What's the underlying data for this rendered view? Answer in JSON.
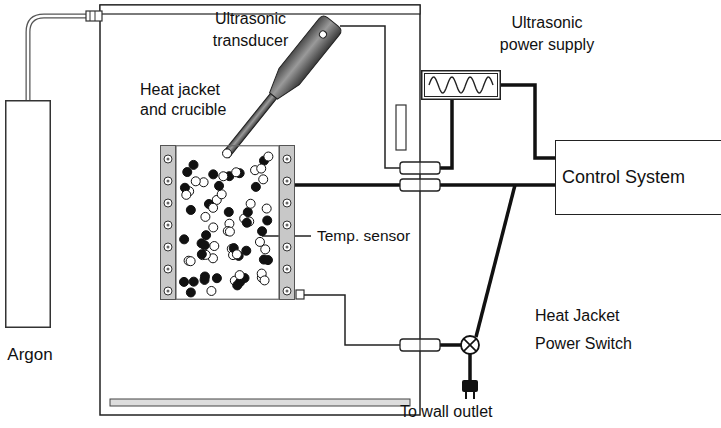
{
  "diagram": {
    "nodes": [
      {
        "text": [
          "Ultrasonic power supply"
        ]
      },
      {
        "text": [
          "Heat jacket and crucible"
        ]
      },
      {
        "text": [
          "Control System"
        ]
      },
      {
        "text": [
          "Argon"
        ]
      }
    ],
    "edges": [
      {
        "from": 0,
        "to": 2,
        "arrow": "none"
      },
      {
        "from": 1,
        "to": 2,
        "arrow": "none"
      }
    ],
    "labels": [
      "Ultrasonic transducer",
      "Temp. sensor",
      "Heat Jacket Power Switch",
      "To wall outlet"
    ]
  }
}
